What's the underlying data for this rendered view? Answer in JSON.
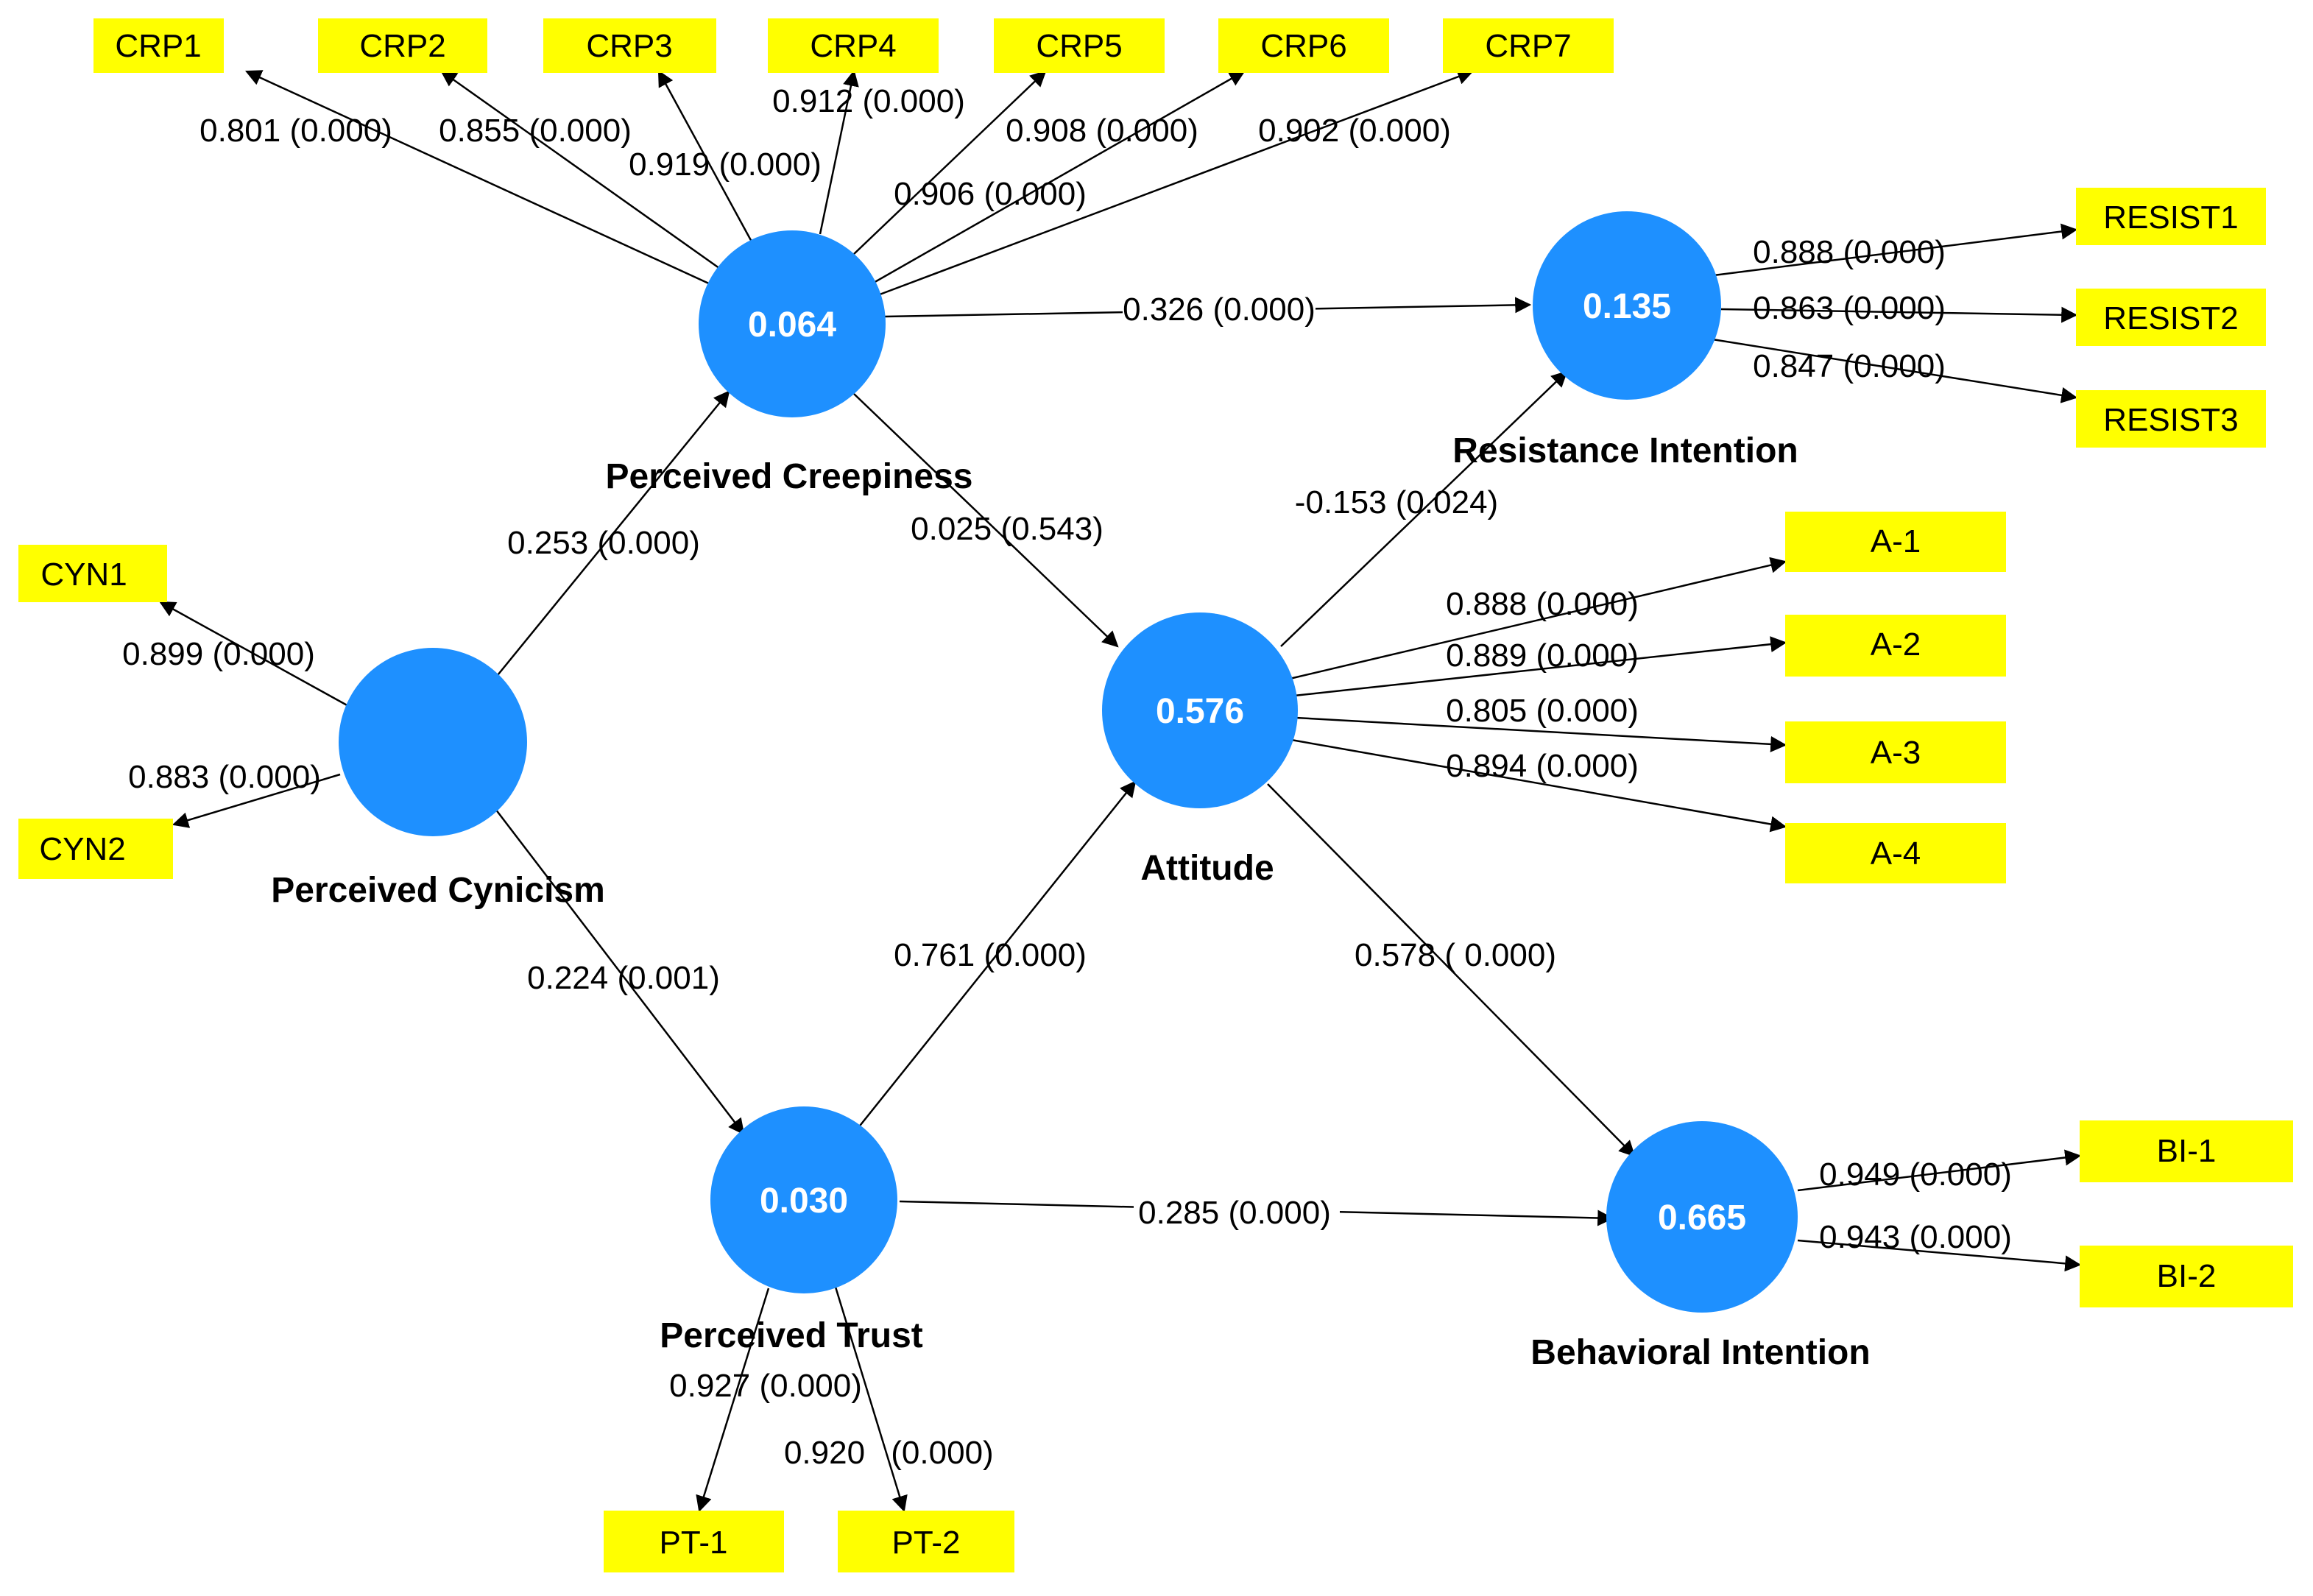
{
  "colors": {
    "construct_fill": "#1e90ff",
    "indicator_fill": "#ffff00",
    "line": "#000000"
  },
  "constructs": {
    "perceived_creepiness": {
      "name": "Perceived Creepiness",
      "r2": "0.064"
    },
    "resistance_intention": {
      "name": "Resistance Intention",
      "r2": "0.135"
    },
    "perceived_cynicism": {
      "name": "Perceived Cynicism",
      "r2": ""
    },
    "attitude": {
      "name": "Attitude",
      "r2": "0.576"
    },
    "perceived_trust": {
      "name": "Perceived Trust",
      "r2": "0.030"
    },
    "behavioral_intention": {
      "name": "Behavioral Intention",
      "r2": "0.665"
    }
  },
  "indicators": {
    "crp": [
      "CRP1",
      "CRP2",
      "CRP3",
      "CRP4",
      "CRP5",
      "CRP6",
      "CRP7"
    ],
    "resist": [
      "RESIST1",
      "RESIST2",
      "RESIST3"
    ],
    "cyn": [
      "CYN1",
      "CYN2"
    ],
    "a": [
      "A-1",
      "A-2",
      "A-3",
      "A-4"
    ],
    "pt": [
      "PT-1",
      "PT-2"
    ],
    "bi": [
      "BI-1",
      "BI-2"
    ]
  },
  "loadings": {
    "crp": [
      "0.801 (0.000)",
      "0.855 (0.000)",
      "0.919 (0.000)",
      "0.912 (0.000)",
      "0.906 (0.000)",
      "0.908 (0.000)",
      "0.902 (0.000)"
    ],
    "resist": [
      "0.888 (0.000)",
      "0.863 (0.000)",
      "0.847 (0.000)"
    ],
    "cyn": [
      "0.899 (0.000)",
      "0.883 (0.000)"
    ],
    "a": [
      "0.888 (0.000)",
      "0.889 (0.000)",
      "0.805 (0.000)",
      "0.894 (0.000)"
    ],
    "pt": [
      "0.927 (0.000)",
      "0.920",
      "(0.000)"
    ],
    "bi": [
      "0.949 (0.000)",
      "0.943 (0.000)"
    ]
  },
  "paths": {
    "creepiness_to_resistance": "0.326 (0.000)",
    "cynicism_to_creepiness": "0.253 (0.000)",
    "creepiness_to_attitude": "0.025 (0.543)",
    "attitude_to_resistance": "-0.153 (0.024)",
    "cynicism_to_trust": "0.224 (0.001)",
    "trust_to_attitude": "0.761 (0.000)",
    "attitude_to_behavioral": "0.578 (  0.000)",
    "trust_to_behavioral": "0.285 (0.000)"
  }
}
